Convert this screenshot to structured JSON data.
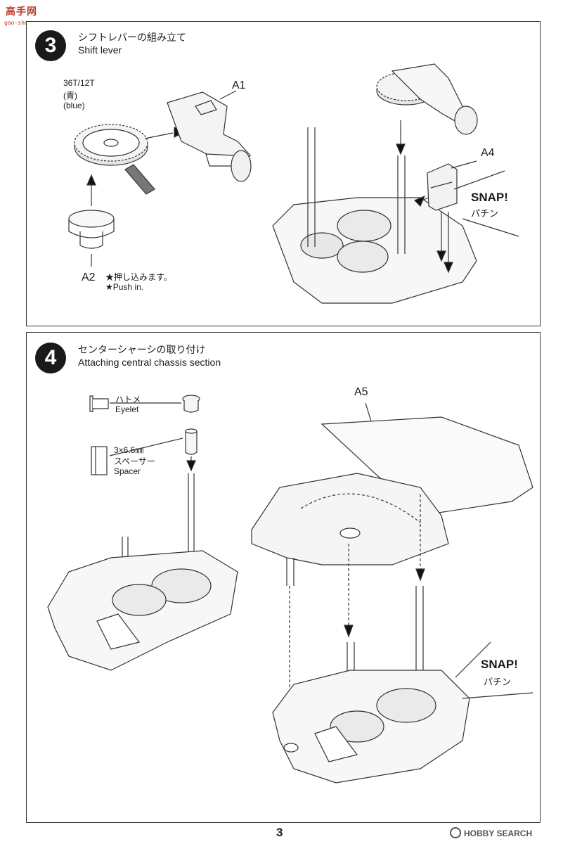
{
  "watermark": {
    "title": "高手网",
    "url": "gao-shou.com"
  },
  "step3": {
    "number": "3",
    "title_jp": "シフトレバーの組み立て",
    "title_en": "Shift lever",
    "gear_spec": "36T/12T",
    "gear_color_jp": "(青)",
    "gear_color_en": "(blue)",
    "part_a1": "A1",
    "part_a2": "A2",
    "part_a4": "A4",
    "push_jp": "★押し込みます。",
    "push_en": "★Push in.",
    "snap_en": "SNAP!",
    "snap_jp": "パチン"
  },
  "step4": {
    "number": "4",
    "title_jp": "センターシャーシの取り付け",
    "title_en": "Attaching central chassis section",
    "eyelet_jp": "ハトメ",
    "eyelet_en": "Eyelet",
    "spacer_size": "3×6.5㎜",
    "spacer_jp": "スペーサー",
    "spacer_en": "Spacer",
    "part_a5": "A5",
    "snap_en": "SNAP!",
    "snap_jp": "パチン"
  },
  "footer": {
    "page_number": "3",
    "brand": "HOBBY SEARCH"
  }
}
